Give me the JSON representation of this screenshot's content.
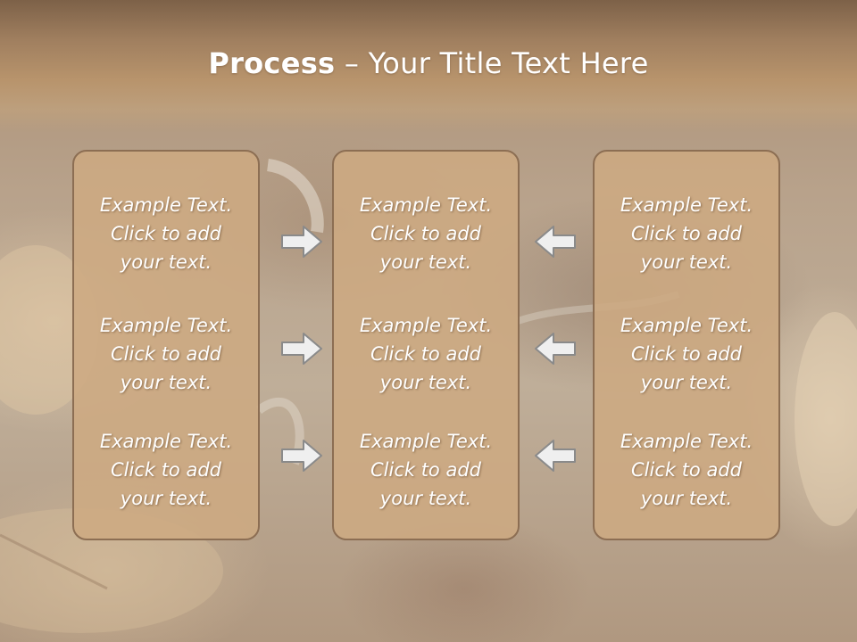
{
  "slide": {
    "title_bold": "Process",
    "title_rest": " – Your Title Text Here"
  },
  "columns": [
    {
      "items": [
        {
          "line1": "Example Text.",
          "line2": "Click  to add",
          "line3": "your text."
        },
        {
          "line1": "Example Text.",
          "line2": "Click  to add",
          "line3": "your text."
        },
        {
          "line1": "Example Text.",
          "line2": "Click  to add",
          "line3": "your text."
        }
      ]
    },
    {
      "items": [
        {
          "line1": "Example Text.",
          "line2": "Click  to add",
          "line3": "your text."
        },
        {
          "line1": "Example Text.",
          "line2": "Click  to add",
          "line3": "your text."
        },
        {
          "line1": "Example Text.",
          "line2": "Click  to add",
          "line3": "your text."
        }
      ]
    },
    {
      "items": [
        {
          "line1": "Example Text.",
          "line2": "Click  to add",
          "line3": "your text."
        },
        {
          "line1": "Example Text.",
          "line2": "Click  to add",
          "line3": "your text."
        },
        {
          "line1": "Example Text.",
          "line2": "Click  to add",
          "line3": "your text."
        }
      ]
    }
  ],
  "arrows": {
    "left_group": "right-arrow-icon",
    "right_group": "left-arrow-icon"
  },
  "colors": {
    "panel_fill": "#cdaa82",
    "panel_border": "#8c6e53",
    "header": "#a07f5f",
    "text": "#ffffff"
  }
}
